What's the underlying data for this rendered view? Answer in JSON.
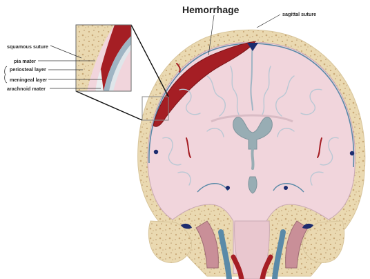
{
  "diagram": {
    "title": "Hemorrhage",
    "labels": {
      "sagittal_suture": "sagittal suture",
      "squamous_suture": "squamous suture",
      "pia_mater": "pia mater",
      "periosteal_layer": "periosteal layer",
      "meningeal_layer": "meningeal layer",
      "arachnoid_mater": "arachnoid mater"
    }
  },
  "colors": {
    "background": "#ffffff",
    "skull_bone": "#ead9b1",
    "bone_speckle": "#c9a877",
    "brain_tissue": "#f1d5dc",
    "brain_fold_line": "#b9c8d4",
    "ventricle": "#98adb4",
    "hemorrhage": "#a51e24",
    "dura_blue": "#5a8aa8",
    "vessel_navy": "#1c2c6e",
    "label_text": "#2a2a2a"
  }
}
